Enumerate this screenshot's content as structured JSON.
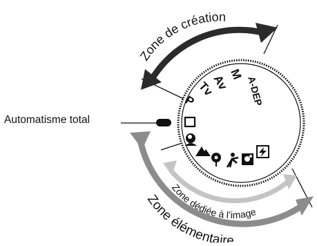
{
  "labels": {
    "creative_zone": "Zone de création",
    "image_zone": "Zone dédiée à l’image",
    "basic_zone": "Zone élémentaire",
    "full_auto": "Automatisme total"
  },
  "dial": {
    "modes": [
      "A-DEP",
      "M",
      "Av",
      "Tv",
      "P"
    ],
    "icons": [
      "full-auto-rectangle",
      "portrait-icon",
      "landscape-icon",
      "macro-flower-icon",
      "sports-runner-icon",
      "night-portrait-icon",
      "flash-off-icon"
    ]
  },
  "colors": {
    "arrow_dark": "#2b2b2b",
    "arrow_gray": "#8c8c8c",
    "arrow_light": "#c4c4c4",
    "text": "#111111"
  }
}
